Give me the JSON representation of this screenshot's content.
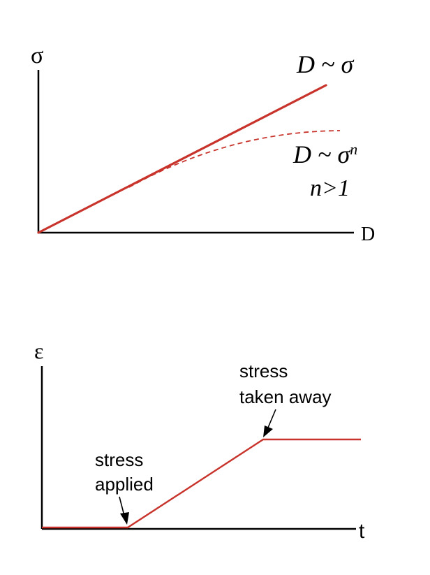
{
  "colors": {
    "curve": "#c8332b",
    "axis": "#000000",
    "background": "#ffffff"
  },
  "chart_data": [
    {
      "type": "line",
      "xlabel": "D",
      "ylabel": "σ",
      "grid": false,
      "series": [
        {
          "style": "solid"
        },
        {
          "style": "dashed"
        }
      ],
      "annotations": {
        "linear_relation": {
          "base": "D ~ σ"
        },
        "power_relation": {
          "base": "D ~ σ",
          "exponent": "n"
        },
        "condition": "n>1"
      }
    },
    {
      "type": "line",
      "xlabel": "t",
      "ylabel": "ε",
      "grid": false,
      "series": [
        {
          "style": "solid"
        }
      ],
      "annotations": {
        "stress_applied": [
          "stress",
          "applied"
        ],
        "stress_taken_away": [
          "stress",
          "taken away"
        ]
      }
    }
  ]
}
